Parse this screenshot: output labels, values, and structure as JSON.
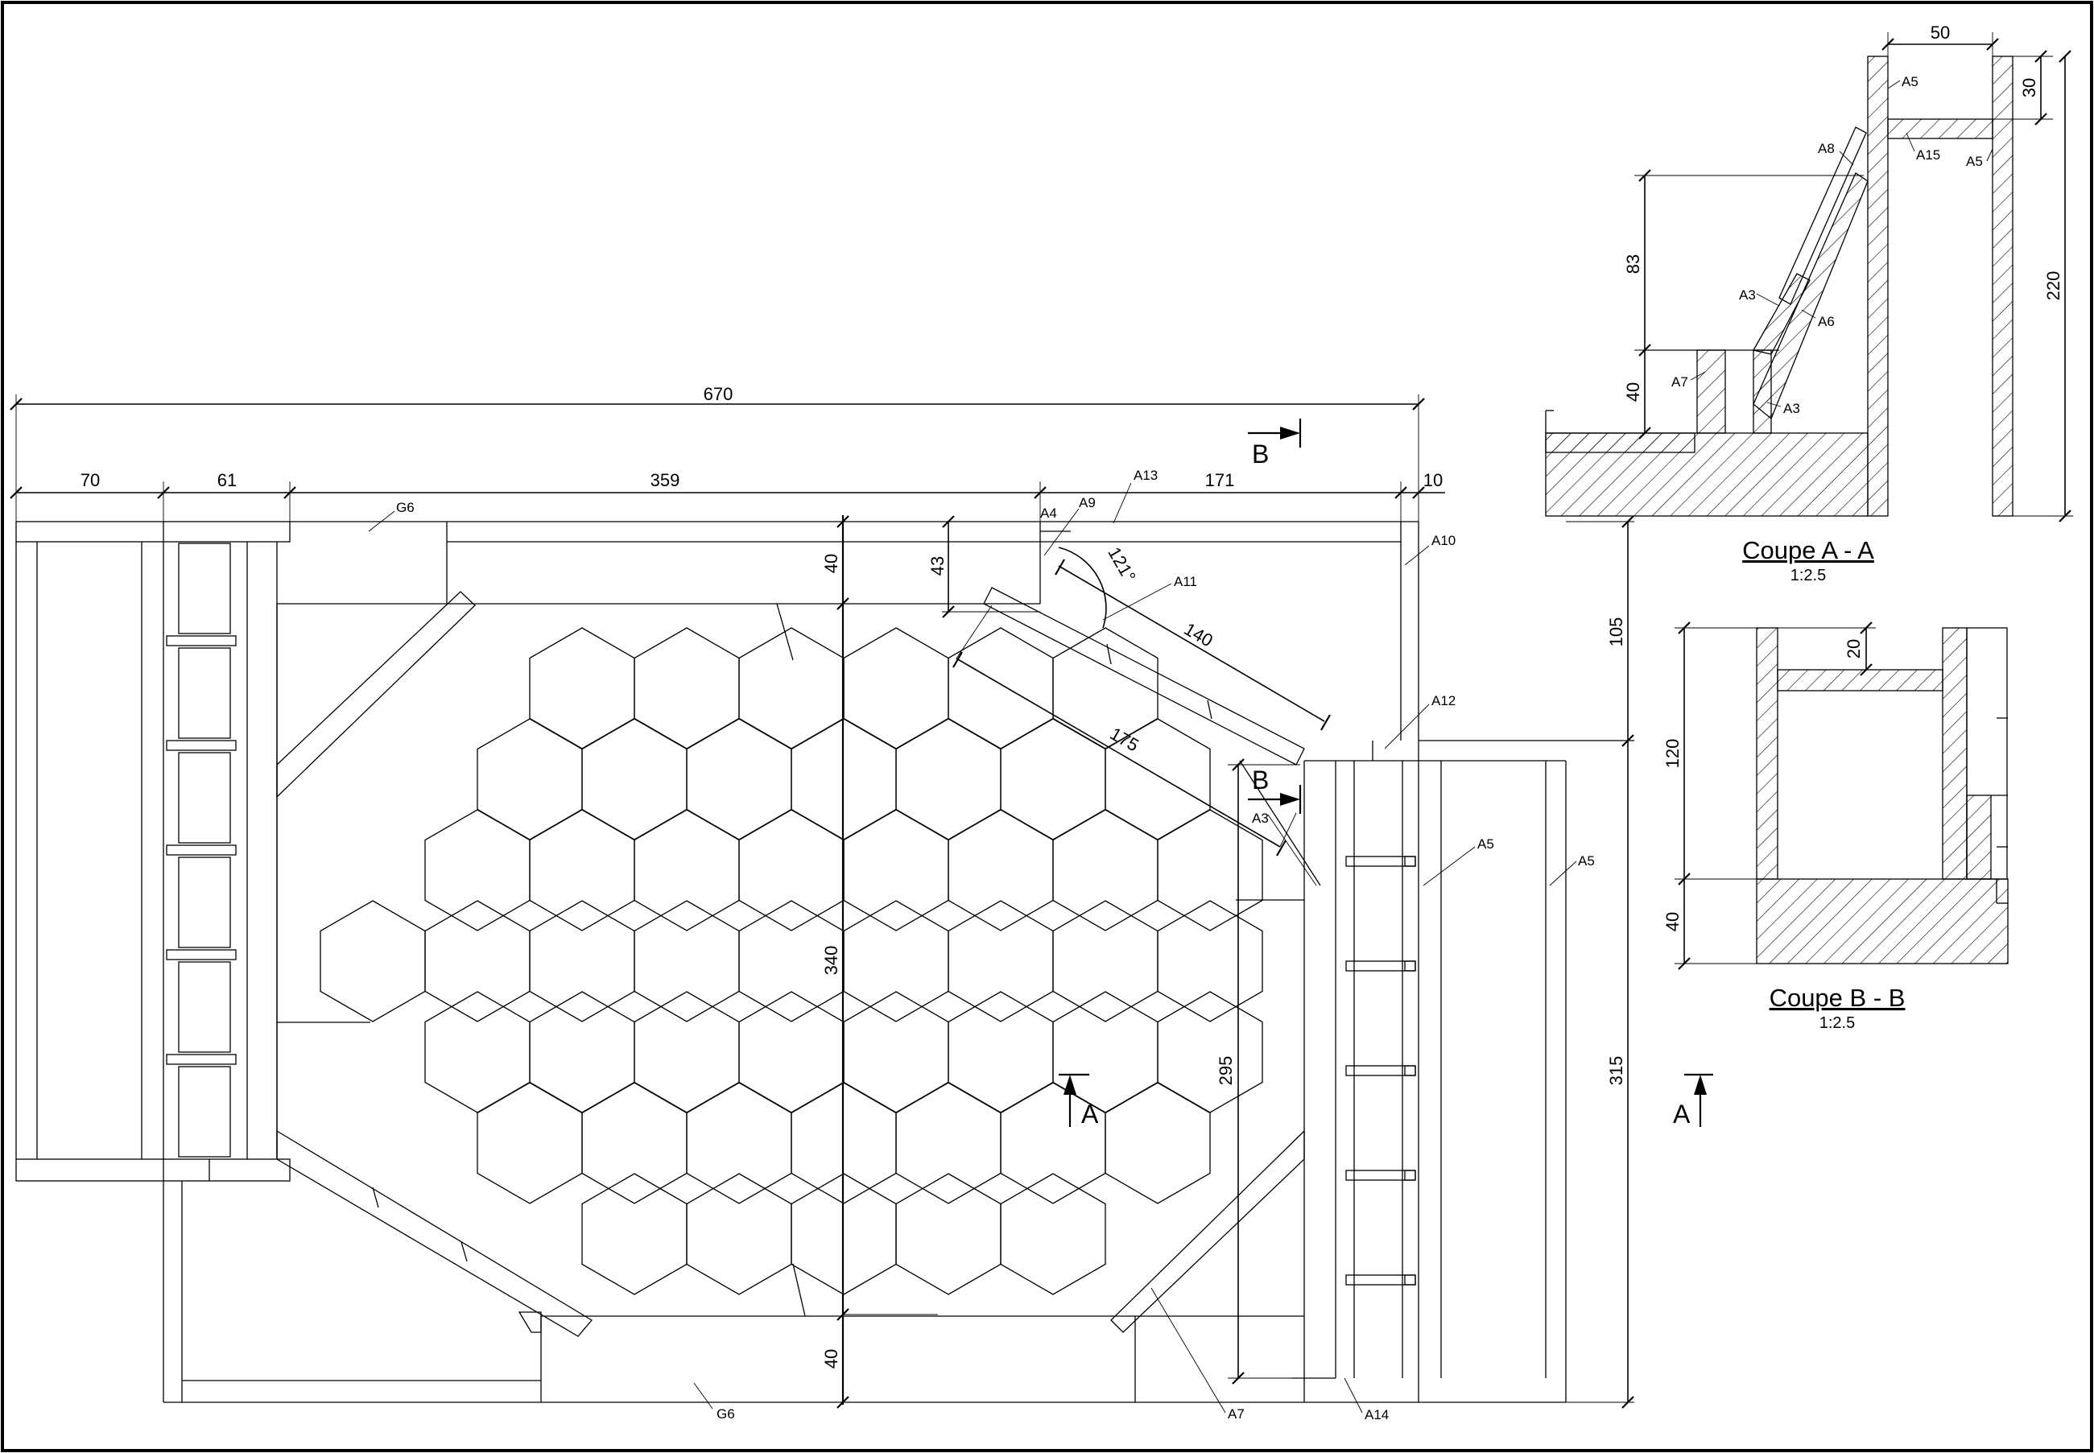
{
  "plan": {
    "dims": {
      "total_width": "670",
      "seg1": "70",
      "seg2": "61",
      "seg3": "359",
      "seg4": "171",
      "seg5": "10",
      "top_40": "40",
      "top_43": "43",
      "v340": "340",
      "bottom_40": "40",
      "v295": "295",
      "v105": "105",
      "v315": "315",
      "d140": "140",
      "d175": "175",
      "angle": "121°"
    },
    "labels": {
      "G6_top": "G6",
      "G6_bottom": "G6",
      "A4": "A4",
      "A9": "A9",
      "A13": "A13",
      "A10": "A10",
      "A11": "A11",
      "A12": "A12",
      "A3": "A3",
      "A5_a": "A5",
      "A5_b": "A5",
      "A7": "A7",
      "A14": "A14"
    },
    "section_marks": {
      "B_top": "B",
      "B_mid": "B",
      "A_plan": "A",
      "A_right": "A"
    }
  },
  "section_aa": {
    "title": "Coupe A - A",
    "scale": "1:2.5",
    "dims": {
      "d50": "50",
      "d30": "30",
      "d220": "220",
      "d83": "83",
      "d40": "40"
    },
    "labels": {
      "A5_top": "A5",
      "A5_right": "A5",
      "A15": "A15",
      "A8": "A8",
      "A3_a": "A3",
      "A6": "A6",
      "A7": "A7",
      "A3_b": "A3"
    }
  },
  "section_bb": {
    "title": "Coupe B - B",
    "scale": "1:2.5",
    "dims": {
      "d20": "20",
      "d120": "120",
      "d40": "40"
    }
  }
}
